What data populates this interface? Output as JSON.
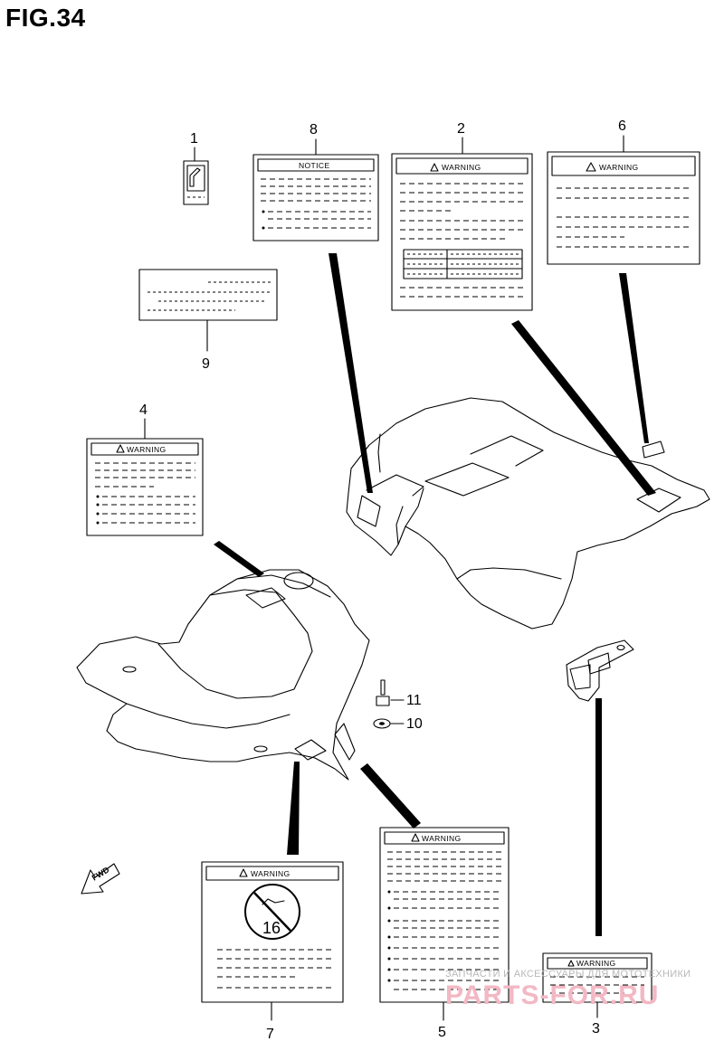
{
  "figure": {
    "title": "FIG.34"
  },
  "callouts": {
    "c1": "1",
    "c2": "2",
    "c3": "3",
    "c4": "4",
    "c5": "5",
    "c6": "6",
    "c7": "7",
    "c8": "8",
    "c9": "9",
    "c10": "10",
    "c11": "11"
  },
  "labels": {
    "notice": "NOTICE",
    "warning": "WARNING",
    "fwd": "FWD",
    "age_mark": "16"
  },
  "watermark": {
    "line1": "ЗАПЧАСТИ И АКСЕССУАРЫ ДЛЯ МОТОТЕХНИКИ",
    "line2": "PARTS-FOR.RU"
  },
  "colors": {
    "line": "#000000",
    "watermark_text": "#b8b8b8",
    "watermark_logo": "#f2b8c4"
  }
}
